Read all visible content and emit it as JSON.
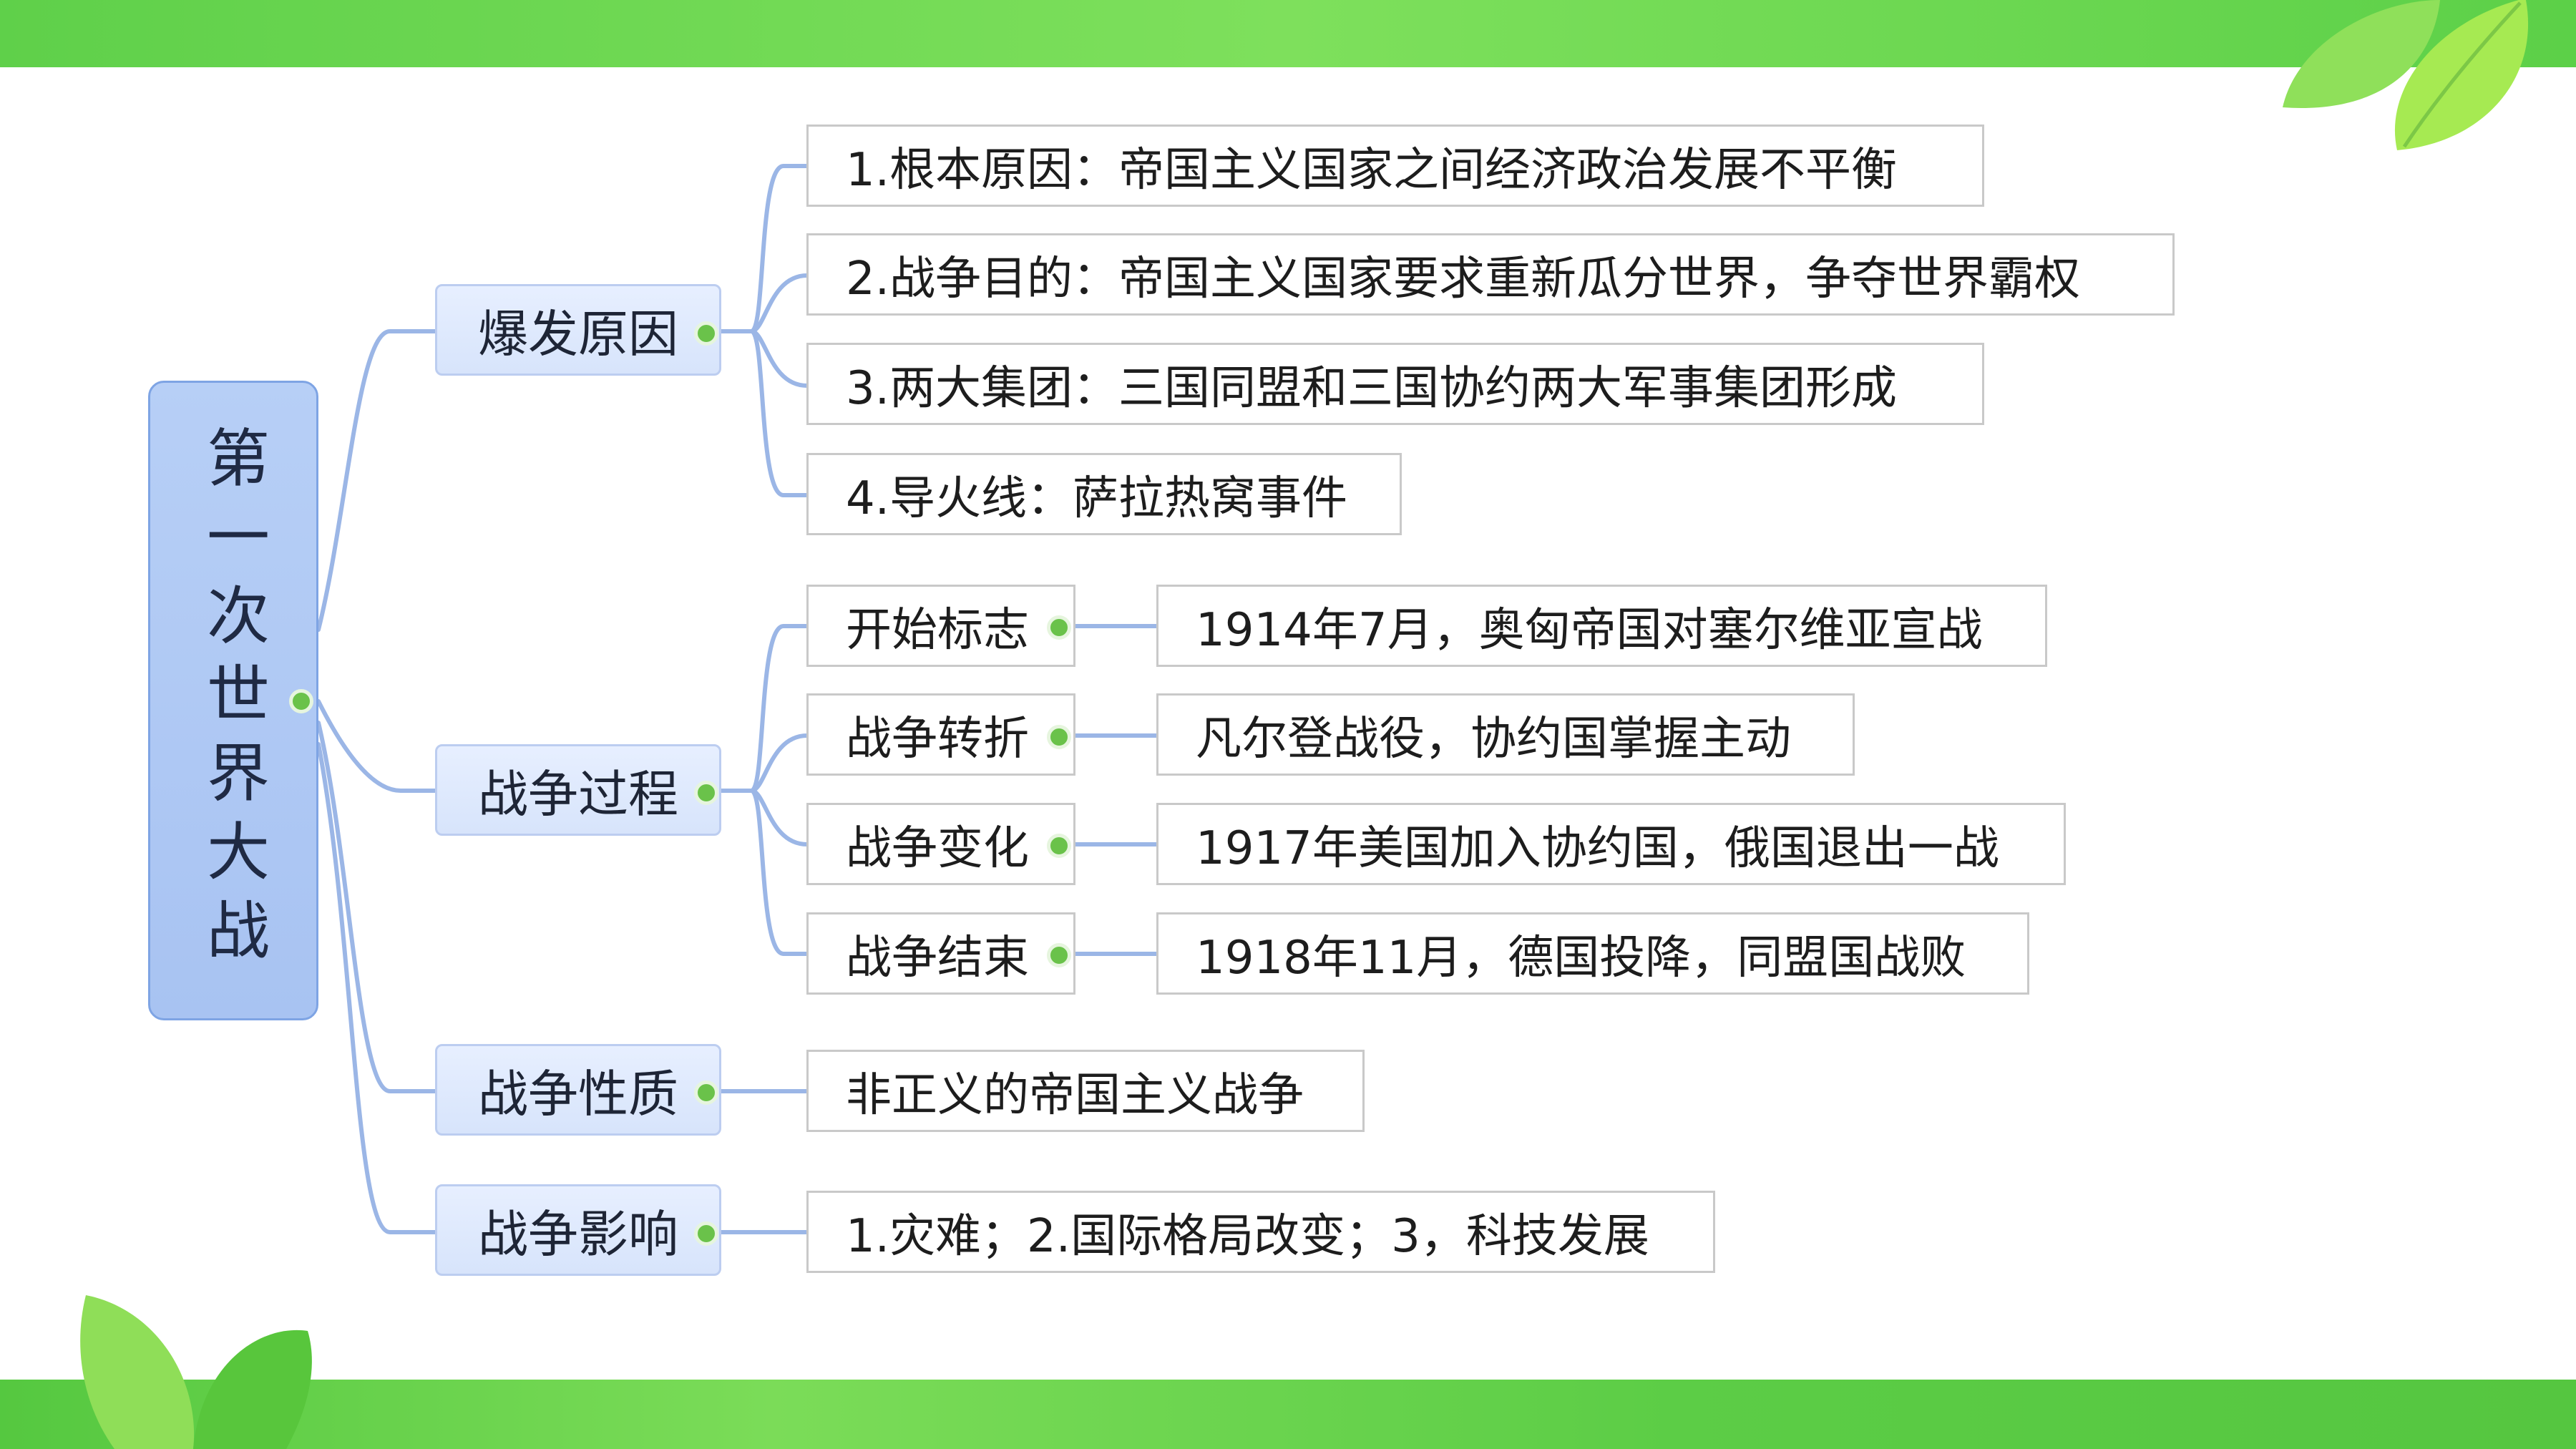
{
  "root": {
    "label": "第一次世界大战"
  },
  "branches": [
    {
      "label": "爆发原因",
      "children": [
        {
          "label": "1.根本原因：帝国主义国家之间经济政治发展不平衡"
        },
        {
          "label": "2.战争目的：帝国主义国家要求重新瓜分世界，争夺世界霸权"
        },
        {
          "label": "3.两大集团：三国同盟和三国协约两大军事集团形成"
        },
        {
          "label": "4.导火线：萨拉热窝事件"
        }
      ]
    },
    {
      "label": "战争过程",
      "children": [
        {
          "label": "开始标志",
          "detail": "1914年7月，奥匈帝国对塞尔维亚宣战"
        },
        {
          "label": "战争转折",
          "detail": "凡尔登战役，协约国掌握主动"
        },
        {
          "label": "战争变化",
          "detail": "1917年美国加入协约国，俄国退出一战"
        },
        {
          "label": "战争结束",
          "detail": "1918年11月，德国投降，同盟国战败"
        }
      ]
    },
    {
      "label": "战争性质",
      "children": [
        {
          "label": "非正义的帝国主义战争"
        }
      ]
    },
    {
      "label": "战争影响",
      "children": [
        {
          "label": "1.灾难；2.国际格局改变；3，科技发展"
        }
      ]
    }
  ],
  "colors": {
    "connector": "#9bb6e6",
    "node_dot": "#6ac24a",
    "root_fill": "#aac5f3",
    "band": "#6ad651"
  }
}
